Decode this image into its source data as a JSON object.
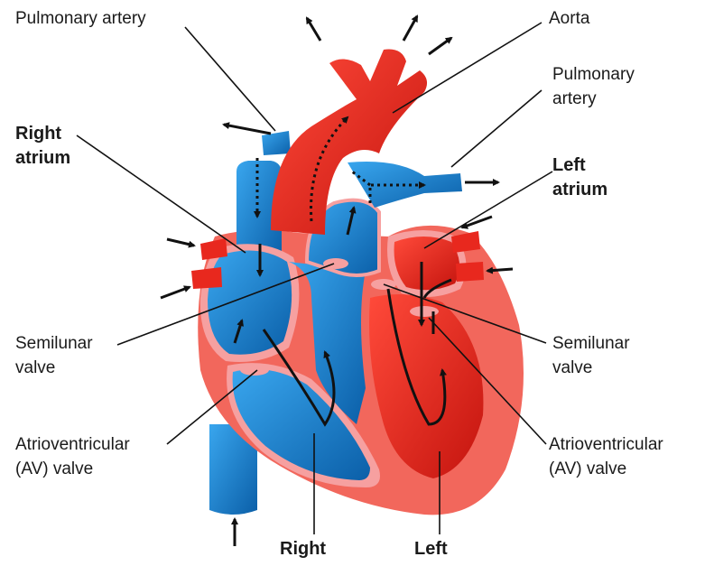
{
  "labels": {
    "pulmonary_artery_left": "Pulmonary artery",
    "aorta": "Aorta",
    "pulmonary_artery_right_line1": "Pulmonary",
    "pulmonary_artery_right_line2": "artery",
    "right_atrium_line1": "Right",
    "right_atrium_line2": "atrium",
    "left_atrium_line1": "Left",
    "left_atrium_line2": "atrium",
    "semilunar_left_line1": "Semilunar",
    "semilunar_left_line2": "valve",
    "semilunar_right_line1": "Semilunar",
    "semilunar_right_line2": "valve",
    "av_left_line1": "Atrioventricular",
    "av_left_line2": "(AV) valve",
    "av_right_line1": "Atrioventricular",
    "av_right_line2": "(AV) valve",
    "right_ventricle": "Right",
    "left_ventricle": "Left"
  },
  "colors": {
    "deoxygenated": "#1e88d8",
    "deoxygenated_dark": "#0b5fa8",
    "oxygenated": "#e8281e",
    "oxygenated_dark": "#b51410",
    "heart_wall": "#f2675c",
    "valve_pink": "#f6a0a0",
    "leader_line": "#1a1a1a"
  }
}
